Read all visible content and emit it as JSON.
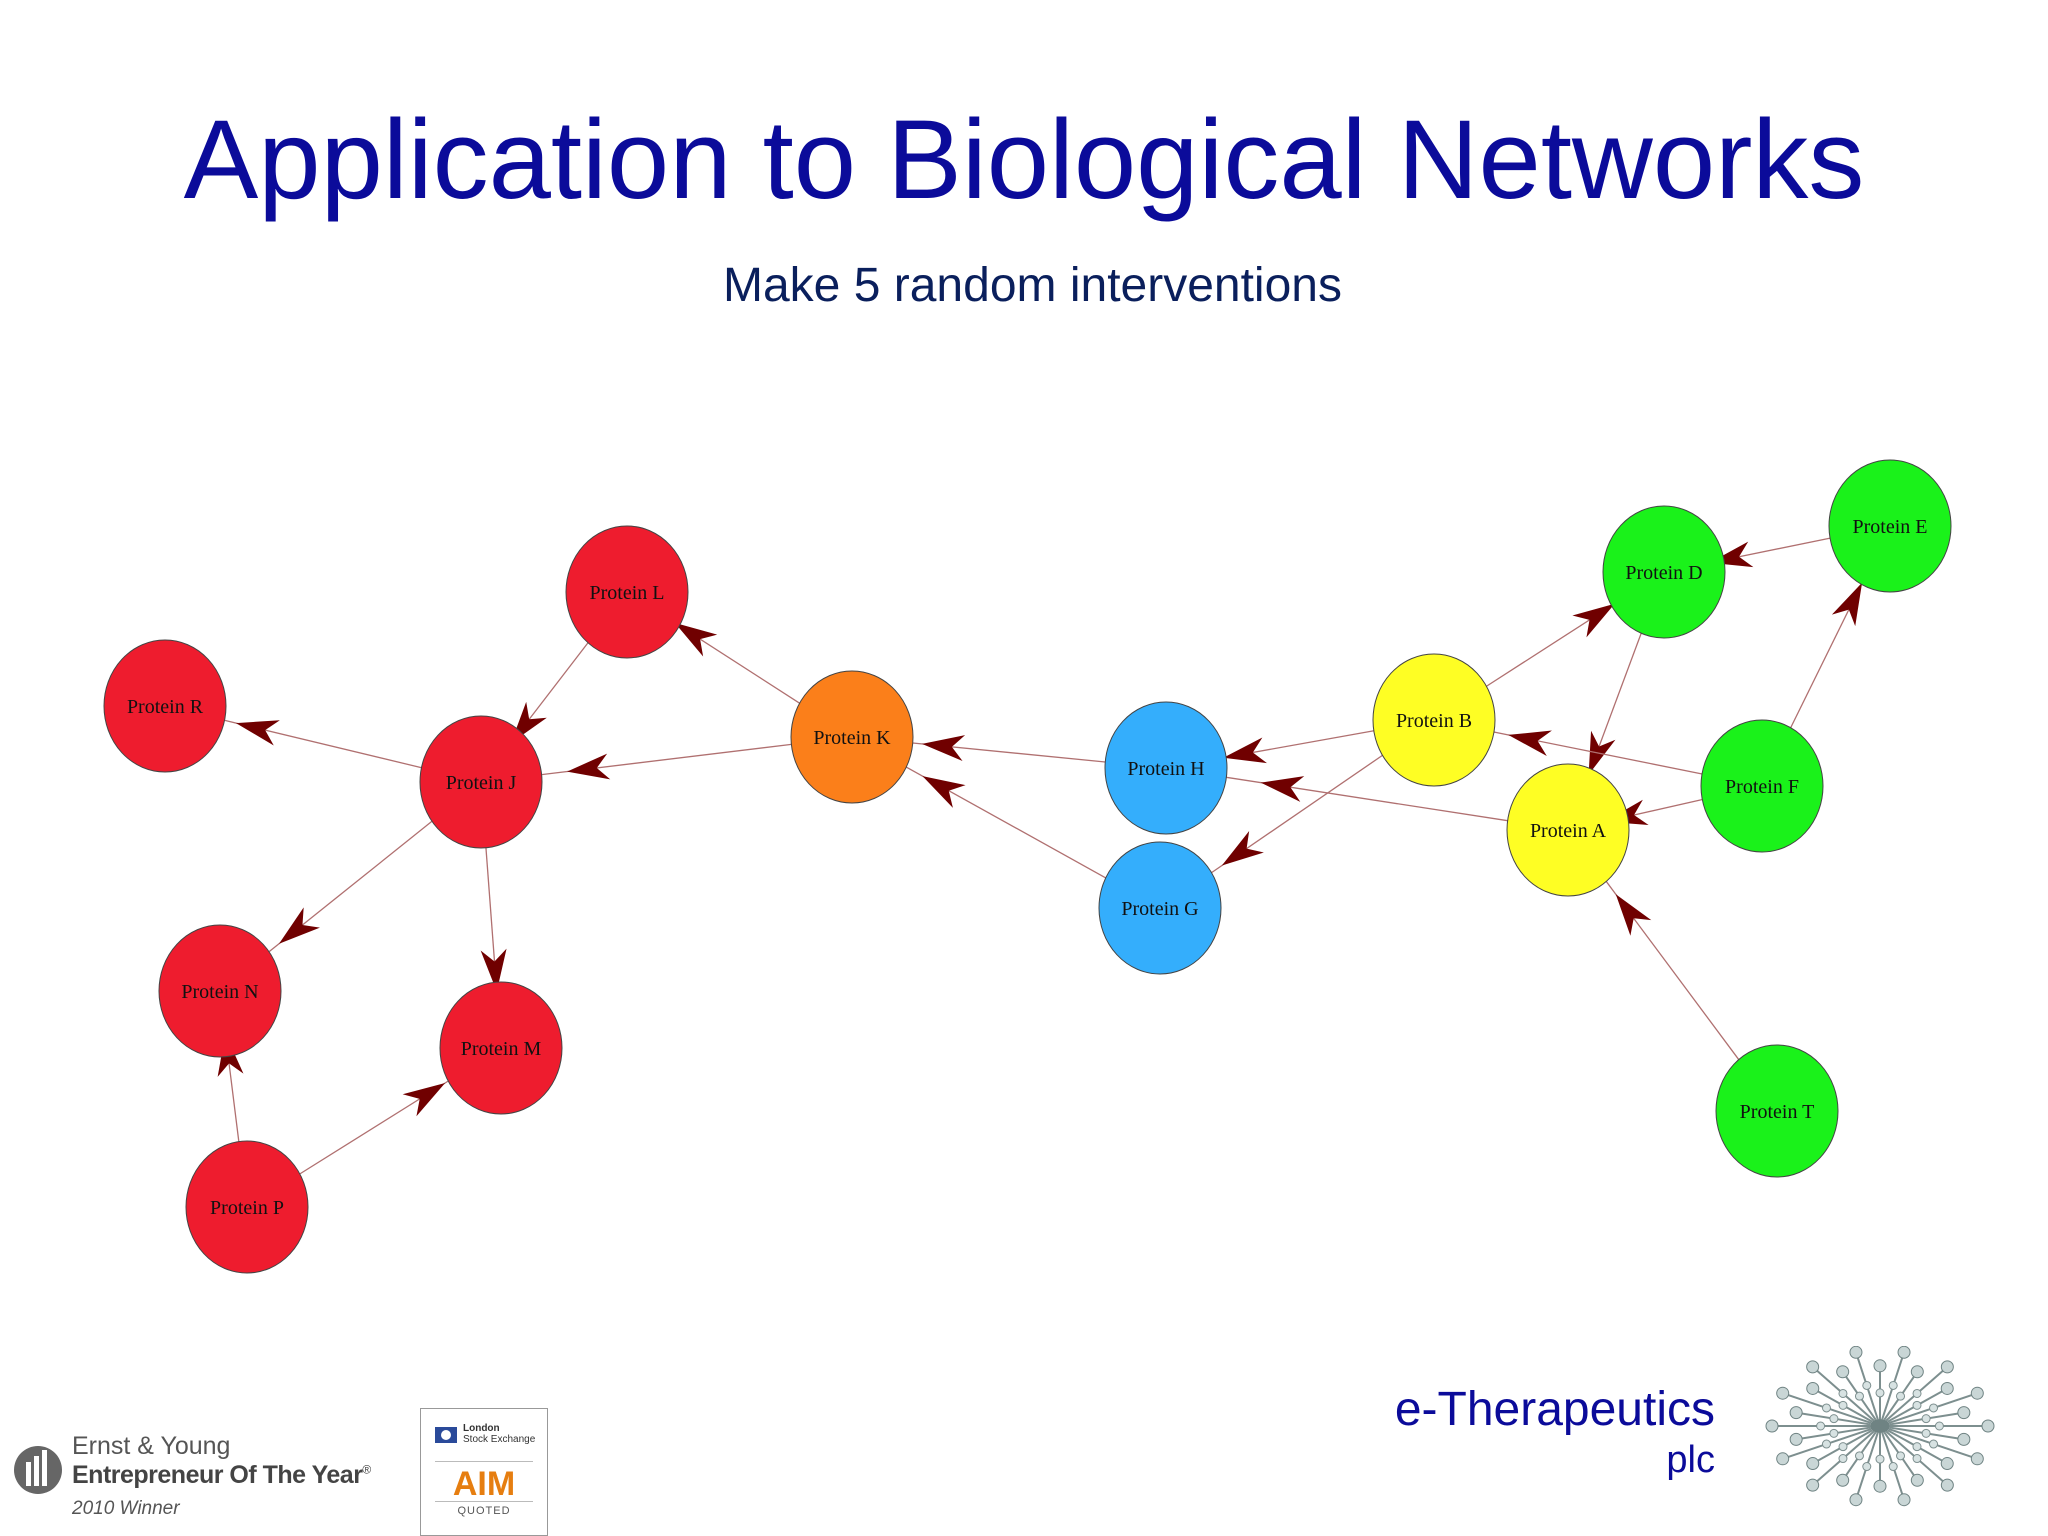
{
  "title": "Application to Biological Networks",
  "subtitle": "Make 5 random interventions",
  "colors": {
    "title": "#0b0b9a",
    "red": "#ee1c2e",
    "orange": "#fb7f1a",
    "blue": "#34aefc",
    "yellow": "#fefe24",
    "green": "#1af21a",
    "edge": "#b07070",
    "arrow": "#700000"
  },
  "nodes": [
    {
      "id": "L",
      "label": "Protein L",
      "color": "red"
    },
    {
      "id": "R",
      "label": "Protein R",
      "color": "red"
    },
    {
      "id": "J",
      "label": "Protein J",
      "color": "red"
    },
    {
      "id": "N",
      "label": "Protein N",
      "color": "red"
    },
    {
      "id": "M",
      "label": "Protein M",
      "color": "red"
    },
    {
      "id": "P",
      "label": "Protein P",
      "color": "red"
    },
    {
      "id": "K",
      "label": "Protein K",
      "color": "orange"
    },
    {
      "id": "H",
      "label": "Protein H",
      "color": "blue"
    },
    {
      "id": "G",
      "label": "Protein G",
      "color": "blue"
    },
    {
      "id": "B",
      "label": "Protein B",
      "color": "yellow"
    },
    {
      "id": "A",
      "label": "Protein A",
      "color": "yellow"
    },
    {
      "id": "D",
      "label": "Protein D",
      "color": "green"
    },
    {
      "id": "E",
      "label": "Protein E",
      "color": "green"
    },
    {
      "id": "F",
      "label": "Protein F",
      "color": "green"
    },
    {
      "id": "T",
      "label": "Protein T",
      "color": "green"
    }
  ],
  "edges": [
    {
      "from": "L",
      "to": "J"
    },
    {
      "from": "J",
      "to": "R"
    },
    {
      "from": "J",
      "to": "N"
    },
    {
      "from": "J",
      "to": "M"
    },
    {
      "from": "P",
      "to": "N"
    },
    {
      "from": "P",
      "to": "M"
    },
    {
      "from": "K",
      "to": "L"
    },
    {
      "from": "K",
      "to": "J"
    },
    {
      "from": "H",
      "to": "K"
    },
    {
      "from": "G",
      "to": "K"
    },
    {
      "from": "B",
      "to": "H"
    },
    {
      "from": "B",
      "to": "G"
    },
    {
      "from": "B",
      "to": "D"
    },
    {
      "from": "A",
      "to": "H"
    },
    {
      "from": "D",
      "to": "A"
    },
    {
      "from": "E",
      "to": "D"
    },
    {
      "from": "F",
      "to": "E"
    },
    {
      "from": "F",
      "to": "B"
    },
    {
      "from": "F",
      "to": "A"
    },
    {
      "from": "T",
      "to": "A"
    }
  ],
  "brand": {
    "name": "e-Therapeutics",
    "suffix": "plc"
  },
  "award": {
    "line1": "Ernst & Young",
    "line2": "Entrepreneur Of The Year",
    "registered": "®",
    "line3": "2010 Winner"
  },
  "aim_badge": {
    "exchange_line1": "London",
    "exchange_line2": "Stock Exchange",
    "mark": "AIM",
    "status": "QUOTED"
  }
}
